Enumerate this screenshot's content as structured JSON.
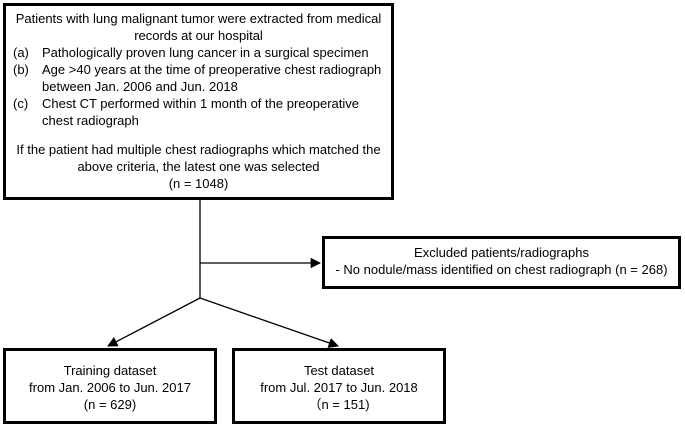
{
  "main_box": {
    "header": "Patients with lung malignant tumor were extracted from medical records at our hospital",
    "criteria": [
      {
        "label": "(a)",
        "text": "Pathologically proven lung cancer in a surgical specimen"
      },
      {
        "label": "(b)",
        "text": "Age >40 years at the time of preoperative chest radiograph between Jan. 2006 and Jun. 2018"
      },
      {
        "label": "(c)",
        "text": "Chest CT performed within 1 month of the preoperative chest radiograph"
      }
    ],
    "note": "If the patient had multiple chest radiographs which matched the above criteria, the latest one was selected",
    "count": "(n = 1048)"
  },
  "excluded_box": {
    "title": "Excluded patients/radiographs",
    "reason": "- No nodule/mass identified on chest radiograph (n = 268)"
  },
  "training_box": {
    "title": "Training dataset",
    "range": "from Jan. 2006 to  Jun. 2017",
    "count": "(n = 629)"
  },
  "test_box": {
    "title": "Test dataset",
    "range": "from Jul. 2017 to  Jun. 2018",
    "count": "（n = 151)"
  }
}
